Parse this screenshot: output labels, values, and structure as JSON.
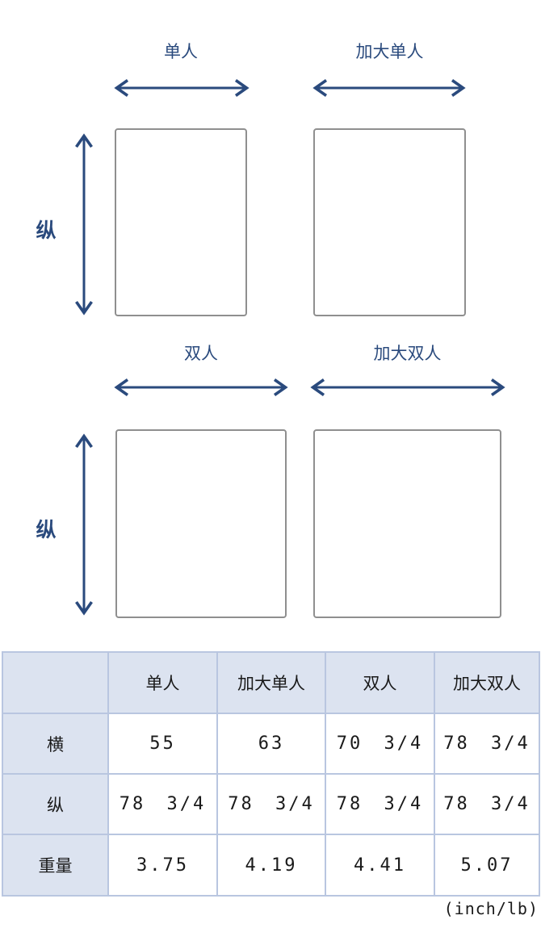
{
  "colors": {
    "accent_navy": "#2a4a7d",
    "rect_border": "#8f8f8f",
    "table_border": "#b9c6e0",
    "shaded_cell_bg": "#dce3f0",
    "text": "#1a1a1a"
  },
  "diagram": {
    "section1": {
      "axis_label": "纵",
      "items": [
        {
          "name": "单人"
        },
        {
          "name": "加大单人"
        }
      ]
    },
    "section2": {
      "axis_label": "纵",
      "items": [
        {
          "name": "双人"
        },
        {
          "name": "加大双人"
        }
      ]
    }
  },
  "table": {
    "headers": [
      "",
      "单人",
      "加大单人",
      "双人",
      "加大双人"
    ],
    "rows": [
      {
        "label": "横",
        "values": [
          "55",
          "63",
          "70 3/4",
          "78 3/4"
        ]
      },
      {
        "label": "纵",
        "values": [
          "78 3/4",
          "78 3/4",
          "78 3/4",
          "78 3/4"
        ]
      },
      {
        "label": "重量",
        "values": [
          "3.75",
          "4.19",
          "4.41",
          "5.07"
        ]
      }
    ]
  },
  "footer": {
    "units": "(inch/lb)"
  }
}
